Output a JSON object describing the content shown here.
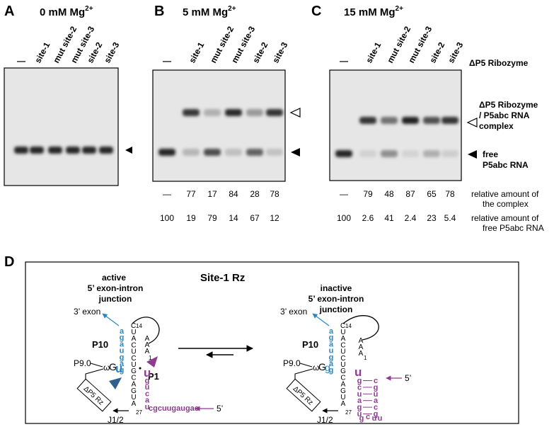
{
  "panels": {
    "A": {
      "letter": "A",
      "condition_prefix": "0 mM Mg",
      "condition_sup": "2+"
    },
    "B": {
      "letter": "B",
      "condition_prefix": "5 mM Mg",
      "condition_sup": "2+"
    },
    "C": {
      "letter": "C",
      "condition_prefix": "15 mM Mg",
      "condition_sup": "2+"
    },
    "D": {
      "letter": "D"
    }
  },
  "lanes": [
    "—",
    "site-1",
    "mut site-2",
    "mut site-3",
    "site-2",
    "site-3"
  ],
  "annotations": {
    "ribozyme": "ΔP5 Ribozyme",
    "complex_line1": "ΔP5 Ribozyme",
    "complex_line2": "/ P5abc RNA",
    "complex_line3": "complex",
    "free_line1": "free",
    "free_line2": "P5abc RNA",
    "rel_complex_line1": "relative amount of",
    "rel_complex_line2": "the complex",
    "rel_free_line1": "relative amount of",
    "rel_free_line2": "free P5abc RNA"
  },
  "quant": {
    "B_complex": [
      "—",
      "77",
      "17",
      "84",
      "28",
      "78"
    ],
    "B_free": [
      "100",
      "19",
      "79",
      "14",
      "67",
      "12"
    ],
    "C_complex": [
      "—",
      "79",
      "48",
      "87",
      "65",
      "78"
    ],
    "C_free": [
      "100",
      "2.6",
      "41",
      "2.4",
      "23",
      "5.4"
    ]
  },
  "gel_bands": {
    "A": {
      "complex": [
        0,
        0,
        0,
        0,
        0,
        0
      ],
      "free": [
        1,
        1,
        1,
        1,
        1,
        1
      ]
    },
    "B": {
      "complex": [
        0,
        0.77,
        0.17,
        0.84,
        0.28,
        0.78
      ],
      "free": [
        1,
        0.19,
        0.79,
        0.14,
        0.67,
        0.12
      ]
    },
    "C": {
      "complex": [
        0,
        0.79,
        0.48,
        0.87,
        0.65,
        0.78
      ],
      "free": [
        1,
        0.026,
        0.41,
        0.024,
        0.23,
        0.054
      ]
    }
  },
  "diagram": {
    "title": "Site-1 Rz",
    "active_line1": "active",
    "active_line2": "5’ exon-intron",
    "active_line3": "junction",
    "inactive_line1": "inactive",
    "inactive_line2": "5’ exon-intron",
    "inactive_line3": "junction",
    "exon3": "3’ exon",
    "p10": "P10",
    "p1": "P1",
    "p9": "P9.0",
    "omega": "ω",
    "omega_g": "G",
    "rz_box": "ΔP5 Rz",
    "j12": "J1/2",
    "five_prime": "5’",
    "tail_seq": "cgcuugaugac",
    "c14": "C",
    "n14": "14",
    "n1": "1",
    "n27": "27",
    "blue_nts": [
      "a",
      "g",
      "a",
      "u",
      "g",
      "a",
      "g"
    ],
    "black_column": [
      "C",
      "U",
      "A",
      "C",
      "U",
      "C",
      "U",
      "G",
      "C",
      "A",
      "G",
      "U",
      "A"
    ],
    "aaa": [
      "A",
      "A",
      "A"
    ],
    "active_purple": [
      "g",
      "u",
      "c",
      "a",
      "u"
    ],
    "bold_G": "G",
    "bold_u_blue": "u",
    "bold_u_purple": "u",
    "hairpin_left": [
      "g",
      "c",
      "u",
      "a",
      "g",
      "u"
    ],
    "hairpin_right": [
      "c",
      "g",
      "u",
      "a",
      "c",
      "g"
    ],
    "hairpin_loop": [
      "g",
      "c",
      "u",
      "u"
    ]
  },
  "colors": {
    "blue": "#2a86c3",
    "purple": "#8e3b92",
    "arrowhead_blue": "#2f5f8f"
  }
}
